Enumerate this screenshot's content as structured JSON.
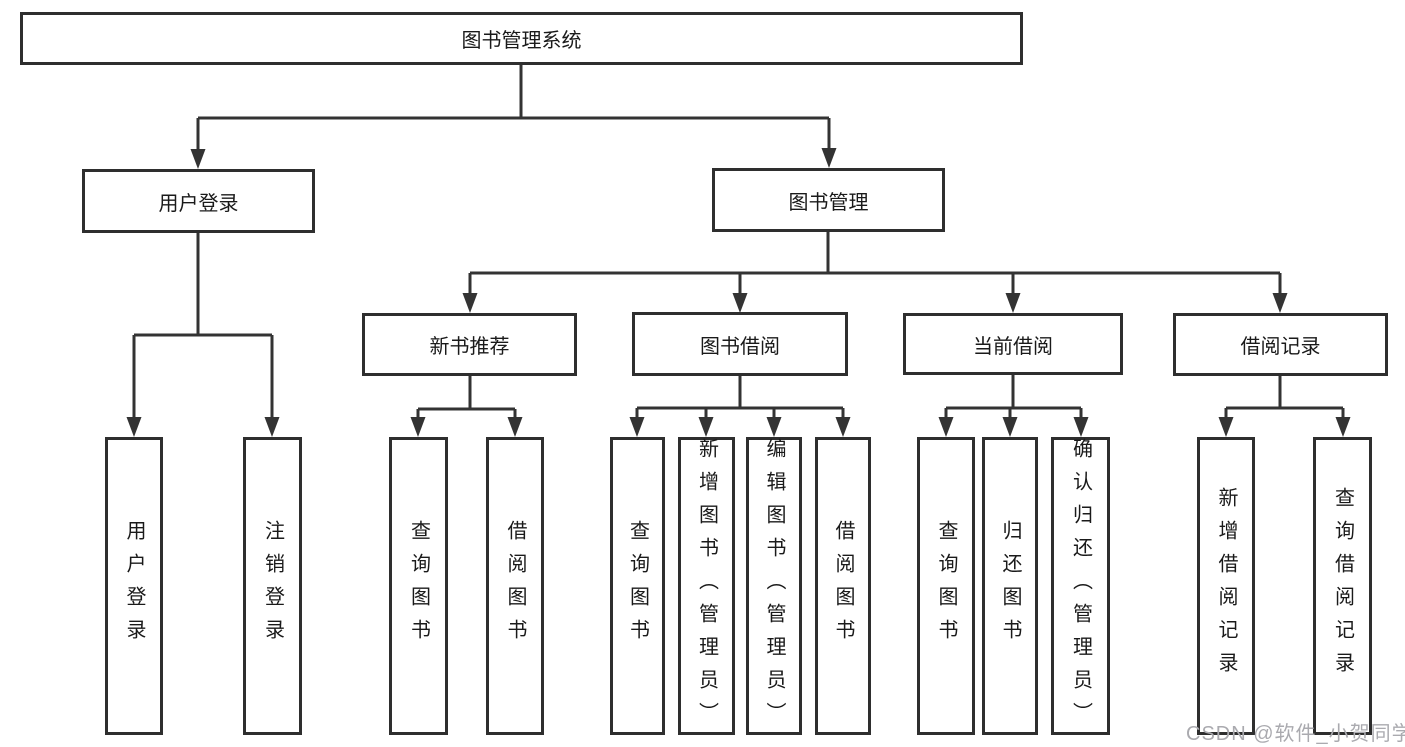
{
  "diagram": {
    "root": {
      "label": "图书管理系统",
      "children": [
        {
          "label": "用户登录",
          "children": [
            {
              "label": "用户登录"
            },
            {
              "label": "注销登录"
            }
          ]
        },
        {
          "label": "图书管理",
          "children": [
            {
              "label": "新书推荐",
              "children": [
                {
                  "label": "查询图书"
                },
                {
                  "label": "借阅图书"
                }
              ]
            },
            {
              "label": "图书借阅",
              "children": [
                {
                  "label": "查询图书"
                },
                {
                  "label": "新增图书（管理员）"
                },
                {
                  "label": "编辑图书（管理员）"
                },
                {
                  "label": "借阅图书"
                }
              ]
            },
            {
              "label": "当前借阅",
              "children": [
                {
                  "label": "查询图书"
                },
                {
                  "label": "归还图书"
                },
                {
                  "label": "确认归还（管理员）"
                }
              ]
            },
            {
              "label": "借阅记录",
              "children": [
                {
                  "label": "新增借阅记录"
                },
                {
                  "label": "查询借阅记录"
                }
              ]
            }
          ]
        }
      ]
    }
  },
  "watermark": {
    "text": "CSDN @软件_小贺同学"
  },
  "colors": {
    "line": "#333333",
    "border": "#2e2e2e",
    "text": "#1a1a1a",
    "watermark": "#aaaaaf"
  }
}
